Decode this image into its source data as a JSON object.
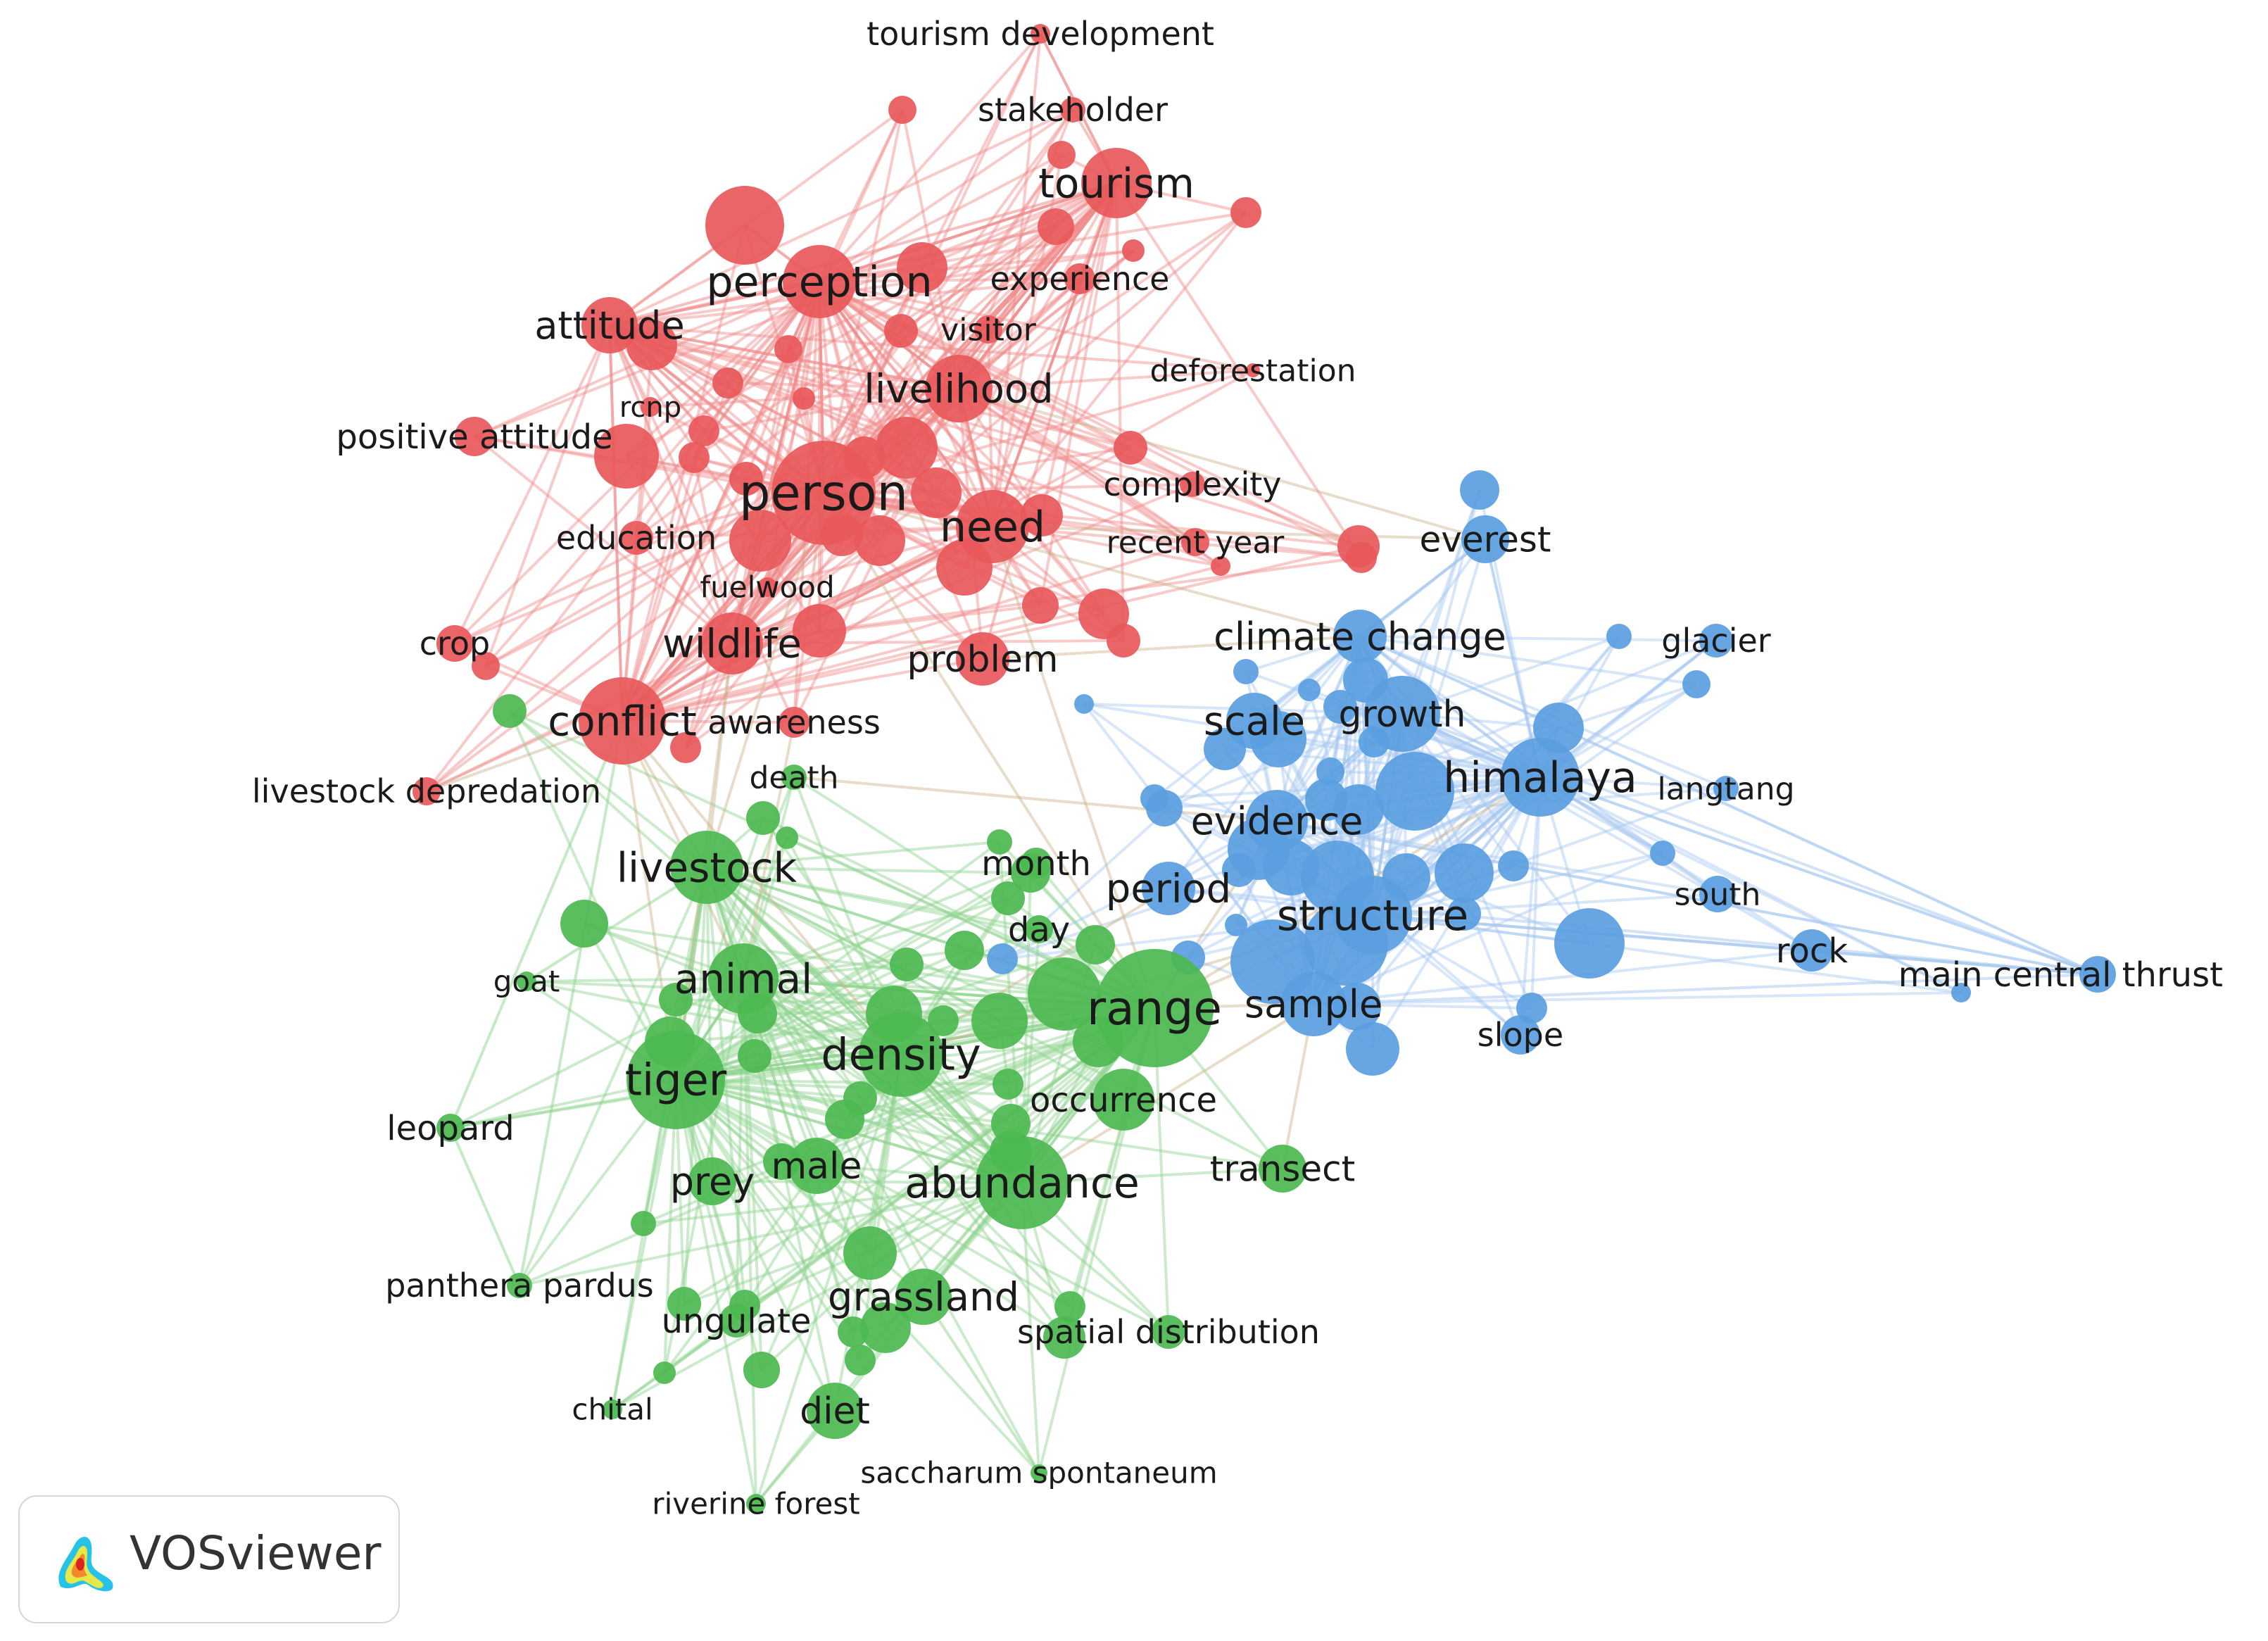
{
  "app": {
    "name": "VOSviewer"
  },
  "colors": {
    "cluster1": "#e8585a",
    "cluster2": "#4cb850",
    "cluster3": "#5a9ee0",
    "edge1": "#f08a8a",
    "edge2": "#8ed38e",
    "edge3": "#a6c8ef"
  },
  "logo": {
    "text": "VOSviewer",
    "icon": "vosviewer-density-icon"
  },
  "clusters": [
    {
      "name": "cluster-1",
      "color": "#e8585a"
    },
    {
      "name": "cluster-2",
      "color": "#4cb850"
    },
    {
      "name": "cluster-3",
      "color": "#5a9ee0"
    }
  ],
  "nodes": [
    {
      "label": "tourism development",
      "cluster": 1
    },
    {
      "label": "stakeholder",
      "cluster": 1
    },
    {
      "label": "tourism",
      "cluster": 1
    },
    {
      "label": "experience",
      "cluster": 1
    },
    {
      "label": "perception",
      "cluster": 1
    },
    {
      "label": "attitude",
      "cluster": 1
    },
    {
      "label": "visitor",
      "cluster": 1
    },
    {
      "label": "deforestation",
      "cluster": 1
    },
    {
      "label": "livelihood",
      "cluster": 1
    },
    {
      "label": "rcnp",
      "cluster": 1
    },
    {
      "label": "positive attitude",
      "cluster": 1
    },
    {
      "label": "complexity",
      "cluster": 1
    },
    {
      "label": "person",
      "cluster": 1
    },
    {
      "label": "need",
      "cluster": 1
    },
    {
      "label": "education",
      "cluster": 1
    },
    {
      "label": "recent year",
      "cluster": 1
    },
    {
      "label": "fuelwood",
      "cluster": 1
    },
    {
      "label": "crop",
      "cluster": 1
    },
    {
      "label": "wildlife",
      "cluster": 1
    },
    {
      "label": "problem",
      "cluster": 1
    },
    {
      "label": "conflict",
      "cluster": 1
    },
    {
      "label": "awareness",
      "cluster": 1
    },
    {
      "label": "livestock depredation",
      "cluster": 1
    },
    {
      "label": "everest",
      "cluster": 3
    },
    {
      "label": "climate change",
      "cluster": 3
    },
    {
      "label": "glacier",
      "cluster": 3
    },
    {
      "label": "scale",
      "cluster": 3
    },
    {
      "label": "growth",
      "cluster": 3
    },
    {
      "label": "himalaya",
      "cluster": 3
    },
    {
      "label": "langtang",
      "cluster": 3
    },
    {
      "label": "evidence",
      "cluster": 3
    },
    {
      "label": "period",
      "cluster": 3
    },
    {
      "label": "structure",
      "cluster": 3
    },
    {
      "label": "south",
      "cluster": 3
    },
    {
      "label": "rock",
      "cluster": 3
    },
    {
      "label": "main central thrust",
      "cluster": 3
    },
    {
      "label": "sample",
      "cluster": 3
    },
    {
      "label": "slope",
      "cluster": 3
    },
    {
      "label": "death",
      "cluster": 2
    },
    {
      "label": "livestock",
      "cluster": 2
    },
    {
      "label": "month",
      "cluster": 2
    },
    {
      "label": "day",
      "cluster": 2
    },
    {
      "label": "goat",
      "cluster": 2
    },
    {
      "label": "animal",
      "cluster": 2
    },
    {
      "label": "range",
      "cluster": 2
    },
    {
      "label": "density",
      "cluster": 2
    },
    {
      "label": "tiger",
      "cluster": 2
    },
    {
      "label": "occurrence",
      "cluster": 2
    },
    {
      "label": "leopard",
      "cluster": 2
    },
    {
      "label": "transect",
      "cluster": 2
    },
    {
      "label": "male",
      "cluster": 2
    },
    {
      "label": "prey",
      "cluster": 2
    },
    {
      "label": "abundance",
      "cluster": 2
    },
    {
      "label": "panthera pardus",
      "cluster": 2
    },
    {
      "label": "ungulate",
      "cluster": 2
    },
    {
      "label": "grassland",
      "cluster": 2
    },
    {
      "label": "spatial distribution",
      "cluster": 2
    },
    {
      "label": "chital",
      "cluster": 2
    },
    {
      "label": "diet",
      "cluster": 2
    },
    {
      "label": "saccharum spontaneum",
      "cluster": 2
    },
    {
      "label": "riverine forest",
      "cluster": 2
    }
  ]
}
